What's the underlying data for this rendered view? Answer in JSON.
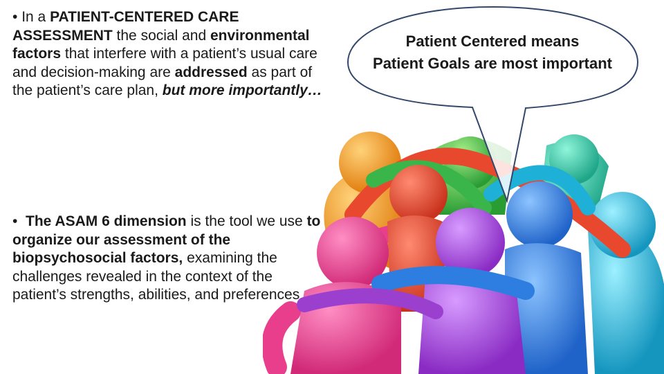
{
  "slide": {
    "bullet_1": {
      "bullet": "•",
      "s1": " In a ",
      "s2": "PATIENT-CENTERED CARE ASSESSMENT",
      "s3": " the social and ",
      "s4": "environmental factors",
      "s5": " that interfere with a patient’s usual care and decision-making are ",
      "s6": "addressed",
      "s7": " as part of the patient’s care plan, ",
      "s8": "but more",
      "s9": " ",
      "s10": "importantly…"
    },
    "bullet_2": {
      "bullet": "•",
      "s1": "  ",
      "s2": "The ASAM 6 dimension",
      "s3": " is the tool we use ",
      "s4": "to organize our assessment of the biopsychosocial factors,",
      "s5": " examining the  challenges revealed in the context of the patient’s strengths, abilities, and preferences"
    },
    "callout": {
      "line_1": "Patient Centered means",
      "line_2": "Patient Goals are most important"
    },
    "illustration": {
      "icon": "team-huddle-figures",
      "colors": [
        "#f29a1c",
        "#e8482e",
        "#e83e8c",
        "#9b3fcf",
        "#2e7de0",
        "#1fb0d8",
        "#3ab54a",
        "#2fbf9f"
      ]
    }
  }
}
